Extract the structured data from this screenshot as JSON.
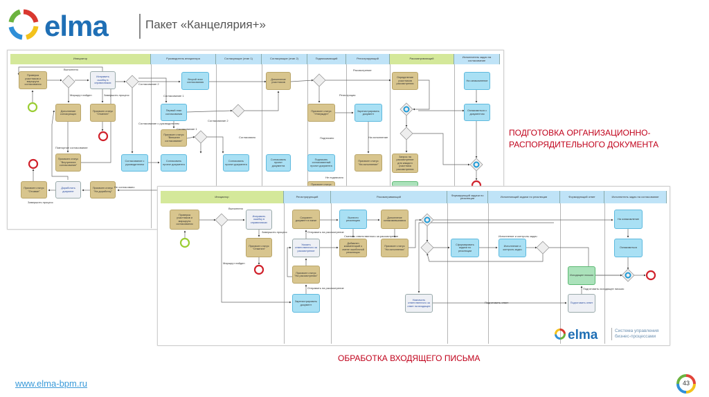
{
  "header": {
    "logo_text": "elma",
    "title": "Пакет «Канцелярия+»"
  },
  "colors": {
    "caption": "#c0001a",
    "task_tan": "#d8c58e",
    "task_blue": "#a9e0f4",
    "task_user": "#eef0f5",
    "task_green": "#abe2bb",
    "start_event": "#9acd32",
    "end_event": "#d0202a",
    "lane_green": "#d4e89a",
    "lane_blue": "#bfe3f7"
  },
  "diagram1": {
    "caption": "ПОДГОТОВКА ОРГАНИЗАЦИОННО-РАСПОРЯДИТЕЛЬНОГО ДОКУМЕНТА",
    "lanes": [
      "Инициатор",
      "Руководитель инициатора",
      "Согласующие (этап 1)",
      "Согласующие (этап 2)",
      "Подписывающий",
      "Регистрирующий",
      "Рассматривающий",
      "Исполнитель задач на согласование"
    ],
    "tasks": [
      "Проверка участников и маршрута согласования",
      "Исправить ошибку в справочниках",
      "Присвоен статус \"Отменен\"",
      "Дополнение согласующих",
      "Присвоен статус \"Внутреннее согласование\"",
      "Присвоен статус \"Отозван\"",
      "Доработать документ",
      "Присвоен статус \"На доработку\"",
      "Согласование с руководителем",
      "Второй этап согласования",
      "Первый этап согласования",
      "Присвоен статус \"Внешнее согласование\"",
      "Согласовать проект документа",
      "Согласовать проект документа",
      "Дополнение участников",
      "Согласовать проект документа",
      "Присвоен статус \"Утвержден\"",
      "Подписать согласованный проект документа",
      "Присвоен статус",
      "Зарегистрировать документ",
      "Присвоен статус \"На исполнение\"",
      "Определение участников рассмотрения",
      "Запрос на рассмотрение для каждого участника рассмотрения",
      "На ознакомление",
      "Ознакомиться с документом",
      ""
    ],
    "edge_labels": [
      "Выполнено",
      "Маршрут найден",
      "Завершить процесс",
      "Повторное согласование",
      "Согласование 2",
      "Согласование 1",
      "Согласование с руководителем",
      "Согласование 2",
      "Согласование 1",
      "Согласовано",
      "Не согласовано",
      "Завершить процесс",
      "Рассмотрение",
      "Регистрация",
      "Подписано",
      "На исполнение",
      "Не подписано"
    ]
  },
  "diagram2": {
    "caption": "ОБРАБОТКА ВХОДЯЩЕГО ПИСЬМА",
    "lanes": [
      "Инициатор",
      "Регистрирующий",
      "Рассматривающий",
      "Формирующий задачи по резолюции",
      "Исполняющий задачи по резолюции",
      "Формирующий ответ",
      "Исполнитель задач на согласование"
    ],
    "tasks": [
      "Проверка участников и маршрута согласования",
      "Исправить ошибку в справочниках",
      "Присвоен статус \"Отменен\"",
      "Сохранен документ в папке",
      "Указать ответственного за рассмотрение",
      "Присвоен статус \"На рассмотрении\"",
      "Зарегистрировать документ",
      "Вынести резолюцию",
      "Добавлен комментарий о смене ошибочной резолюции",
      "Дополнение ознакомившимися",
      "Присвоен статус \"На исполнении\"",
      "Сформировать задачи по резолюции",
      "Исполнение и контроль задач",
      "Исходящее письмо",
      "Подготовить ответ",
      "Назначить ответственного за ответ на входящее",
      "На ознакомление",
      "Ознакомиться"
    ],
    "edge_labels": [
      "Выполнено",
      "Завершить процесс",
      "Маршрут найден",
      "Отправить на рассмотрение",
      "Отправить на рассмотрение",
      "Сменить ответственного за рассмотрение",
      "Исполнение и контроль задач",
      "Подготовить ответ",
      "Подготовить исходящее письмо"
    ],
    "footer_logo": {
      "text": "elma",
      "tagline": "Система управления бизнес-процессами"
    }
  },
  "footer": {
    "url": "www.elma-bpm.ru",
    "page": "43"
  }
}
